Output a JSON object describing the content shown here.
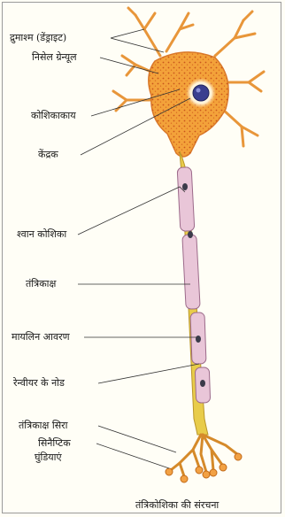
{
  "labels": {
    "dendrite": "द्रुमाश्म (डेंड्राइट)",
    "nissl": "निसेल ग्रेन्यूल",
    "cell_body": "कोशिकाकाय",
    "nucleus": "केंद्रक",
    "schwann": "श्वान कोशिका",
    "axon": "तंत्रिकाक्ष",
    "myelin": "मायलिन आवरण",
    "ranvier": "रेन्वीयर के नोड",
    "axon_terminal": "तंत्रिकाक्ष सिरा",
    "synaptic_knob": "सिनैप्टिक",
    "synaptic_knob_2": "घुंडियाएं"
  },
  "caption": "तंत्रिकोशिका की संरचना",
  "colors": {
    "cell_body": "#f3a23a",
    "cell_body_dots": "#c9551c",
    "axon": "#e8cc4a",
    "myelin": "#e9c6d8",
    "nucleus": "#3a3f8f"
  }
}
